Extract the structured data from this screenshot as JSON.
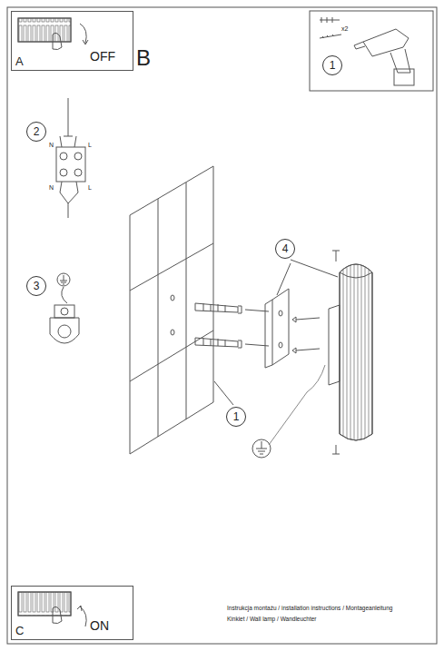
{
  "diagram": {
    "nodes": [
      {
        "text": [
          "A",
          "OFF"
        ]
      },
      {
        "text": [
          "1"
        ]
      },
      {
        "text": [
          "2"
        ]
      },
      {
        "text": [
          "3"
        ]
      },
      {
        "text": [
          "4"
        ]
      },
      {
        "text": [
          "1"
        ]
      },
      {
        "text": [
          "C",
          "ON"
        ]
      }
    ],
    "labels": [
      "B",
      "x2",
      "N",
      "L",
      "N",
      "L",
      "Instrukcja montażu / installation instructions / Montageanleitung",
      "Kinkiet / Wall lamp / Wandleuchter"
    ]
  }
}
